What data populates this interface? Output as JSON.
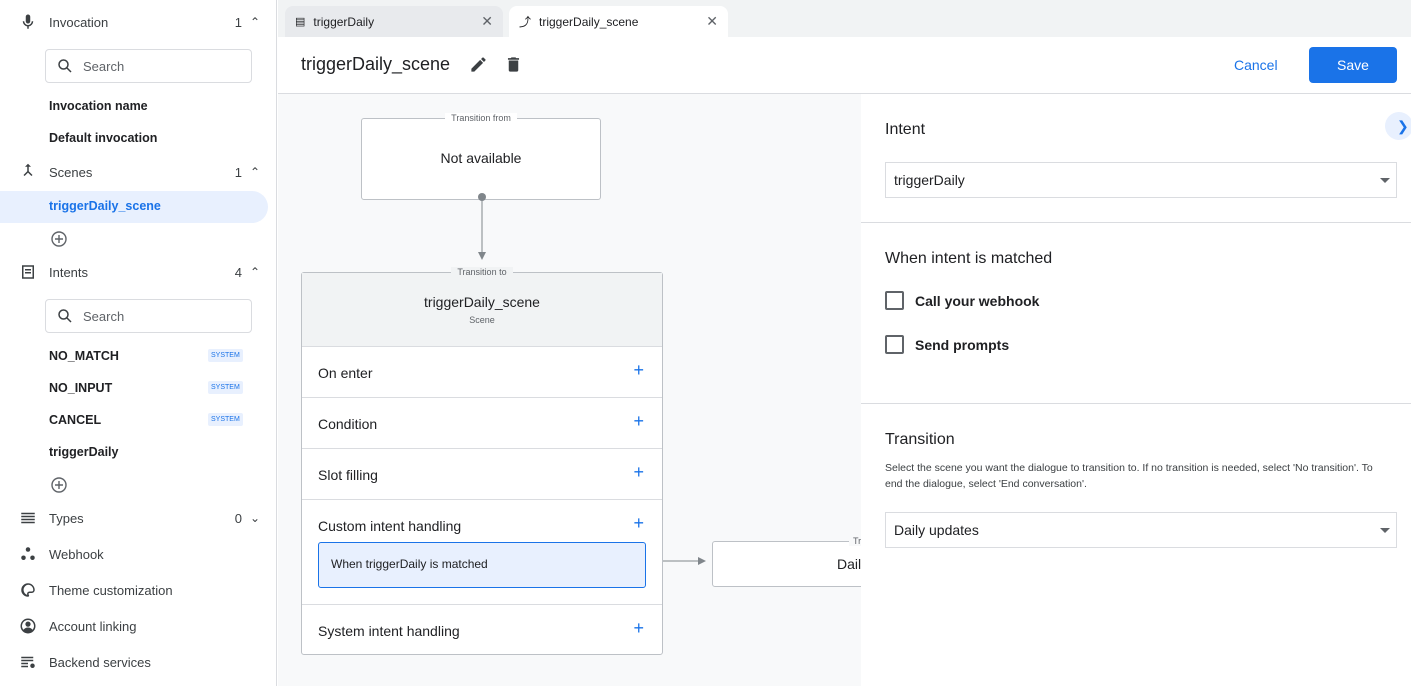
{
  "sidebar": {
    "invocation": {
      "label": "Invocation",
      "count": "1",
      "search_placeholder": "Search",
      "items": [
        "Invocation name",
        "Default invocation"
      ]
    },
    "scenes": {
      "label": "Scenes",
      "count": "1",
      "items": [
        "triggerDaily_scene"
      ]
    },
    "intents": {
      "label": "Intents",
      "count": "4",
      "search_placeholder": "Search",
      "items": [
        {
          "label": "NO_MATCH",
          "badge": "SYSTEM"
        },
        {
          "label": "NO_INPUT",
          "badge": "SYSTEM"
        },
        {
          "label": "CANCEL",
          "badge": "SYSTEM"
        },
        {
          "label": "triggerDaily"
        }
      ]
    },
    "types": {
      "label": "Types",
      "count": "0"
    },
    "webhook": "Webhook",
    "theme": "Theme customization",
    "account": "Account linking",
    "backend": "Backend services"
  },
  "tabs": [
    {
      "label": "triggerDaily"
    },
    {
      "label": "triggerDaily_scene"
    }
  ],
  "header": {
    "title": "triggerDaily_scene",
    "cancel": "Cancel",
    "save": "Save"
  },
  "canvas": {
    "from_caption": "Transition from",
    "from_value": "Not available",
    "to_caption": "Transition to",
    "scene_name": "triggerDaily_scene",
    "scene_type": "Scene",
    "rows": [
      "On enter",
      "Condition",
      "Slot filling",
      "Custom intent handling",
      "System intent handling"
    ],
    "handler": "When triggerDaily is matched",
    "target_caption": "Tr",
    "target_value": "Dail"
  },
  "panel": {
    "intent_heading": "Intent",
    "intent_value": "triggerDaily",
    "matched_heading": "When intent is matched",
    "webhook": "Call your webhook",
    "prompts": "Send prompts",
    "transition_heading": "Transition",
    "transition_help": "Select the scene you want the dialogue to transition to. If no transition is needed, select 'No transition'. To end the dialogue, select 'End conversation'.",
    "transition_value": "Daily updates"
  },
  "colors": {
    "accent": "#1a73e8",
    "selected_bg": "#e8f0fe"
  }
}
